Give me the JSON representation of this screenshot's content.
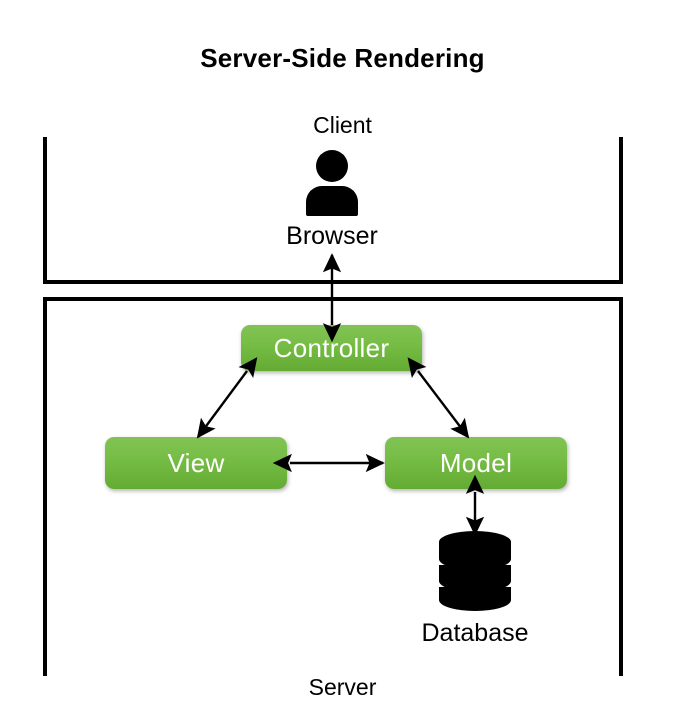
{
  "title": "Server-Side Rendering",
  "zones": {
    "client": {
      "label": "Client"
    },
    "server": {
      "label": "Server"
    }
  },
  "nodes": {
    "browser": {
      "label": "Browser",
      "icon": "person-icon"
    },
    "controller": {
      "label": "Controller"
    },
    "view": {
      "label": "View"
    },
    "model": {
      "label": "Model"
    },
    "database": {
      "label": "Database",
      "icon": "database-cylinder-icon"
    }
  },
  "connections": [
    {
      "from": "browser",
      "to": "controller",
      "style": "double-headed-vertical"
    },
    {
      "from": "view",
      "to": "controller",
      "style": "double-headed-diagonal"
    },
    {
      "from": "controller",
      "to": "model",
      "style": "double-headed-diagonal"
    },
    {
      "from": "view",
      "to": "model",
      "style": "double-headed-horizontal"
    },
    {
      "from": "model",
      "to": "database",
      "style": "double-headed-vertical"
    }
  ],
  "colors": {
    "box_fill_top": "#81c355",
    "box_fill_bottom": "#64ab33",
    "box_text": "#ffffff",
    "line": "#000000",
    "background": "#ffffff"
  }
}
